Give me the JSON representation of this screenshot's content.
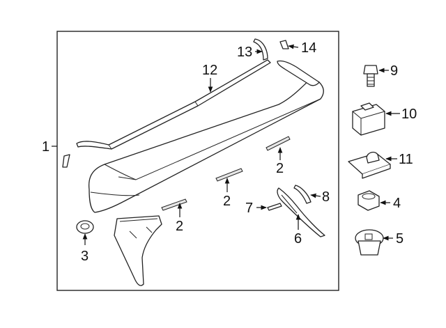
{
  "diagram": {
    "callouts": [
      {
        "id": "1",
        "label": "1"
      },
      {
        "id": "2a",
        "label": "2"
      },
      {
        "id": "2b",
        "label": "2"
      },
      {
        "id": "2c",
        "label": "2"
      },
      {
        "id": "2d",
        "label": "2"
      },
      {
        "id": "3",
        "label": "3"
      },
      {
        "id": "4",
        "label": "4"
      },
      {
        "id": "5",
        "label": "5"
      },
      {
        "id": "6",
        "label": "6"
      },
      {
        "id": "7",
        "label": "7"
      },
      {
        "id": "8",
        "label": "8"
      },
      {
        "id": "9",
        "label": "9"
      },
      {
        "id": "10",
        "label": "10"
      },
      {
        "id": "11",
        "label": "11"
      },
      {
        "id": "12",
        "label": "12"
      },
      {
        "id": "13",
        "label": "13"
      },
      {
        "id": "14",
        "label": "14"
      }
    ]
  }
}
